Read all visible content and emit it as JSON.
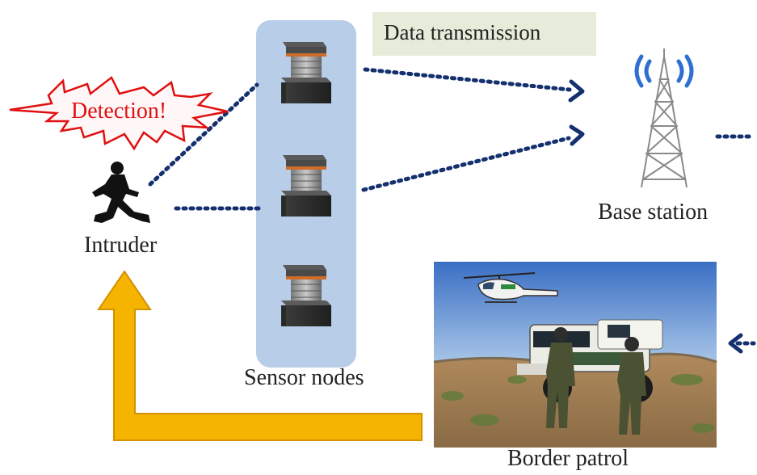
{
  "labels": {
    "detection": "Detection!",
    "data_transmission": "Data transmission",
    "base_station": "Base station",
    "intruder": "Intruder",
    "sensor_nodes": "Sensor nodes",
    "border_patrol": "Border patrol"
  },
  "sensor_nodes": [
    {
      "id": "node-1"
    },
    {
      "id": "node-2"
    },
    {
      "id": "node-3"
    }
  ],
  "colors": {
    "panel": "#b7cde8",
    "tx_box": "#e6ecd9",
    "dotted_link": "#14306e",
    "feedback_arrow_fill": "#f4b400",
    "feedback_arrow_outline": "#d49100",
    "detection_burst": "#e01010",
    "tower_signal": "#2f6fd1",
    "sensor_cap": "#d06c2a"
  },
  "icons": [
    "runner-icon",
    "detection-burst-icon",
    "sensor-node-icon",
    "radio-tower-icon",
    "signal-wave-icon",
    "helicopter-icon",
    "patrol-vehicle-icon"
  ]
}
